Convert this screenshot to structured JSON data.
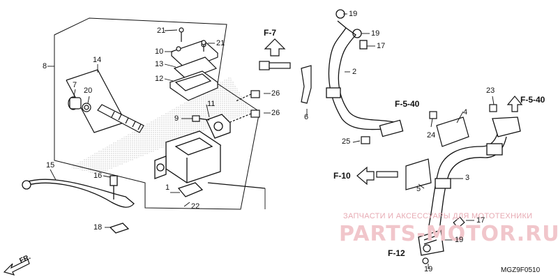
{
  "diagram": {
    "part_numbers": {
      "p1": "1",
      "p2": "2",
      "p3": "3",
      "p4": "4",
      "p5": "5",
      "p6": "6",
      "p7": "7",
      "p8": "8",
      "p9": "9",
      "p10": "10",
      "p11": "11",
      "p12": "12",
      "p13": "13",
      "p14": "14",
      "p15": "15",
      "p16": "16",
      "p17a": "17",
      "p17b": "17",
      "p18": "18",
      "p19a": "19",
      "p19b": "19",
      "p19c": "19",
      "p19d": "19",
      "p20": "20",
      "p21a": "21",
      "p21b": "21",
      "p22": "22",
      "p23": "23",
      "p24": "24",
      "p25": "25",
      "p26a": "26",
      "p26b": "26"
    },
    "references": {
      "f7": "F-7",
      "f540_left": "F-5-40",
      "f540_right": "F-5-40",
      "f10": "F-10",
      "f12": "F-12"
    },
    "direction": "FR.",
    "diagram_code": "MGZ9F0510",
    "watermark": {
      "caption": "ЗАПЧАСТИ И АКСЕССУАРЫ ДЛЯ МОТОТЕХНИКИ",
      "logo": "PARTS-MOTOR.RU"
    },
    "colors": {
      "ink": "#111111",
      "watermark": "#e7aab3"
    }
  }
}
